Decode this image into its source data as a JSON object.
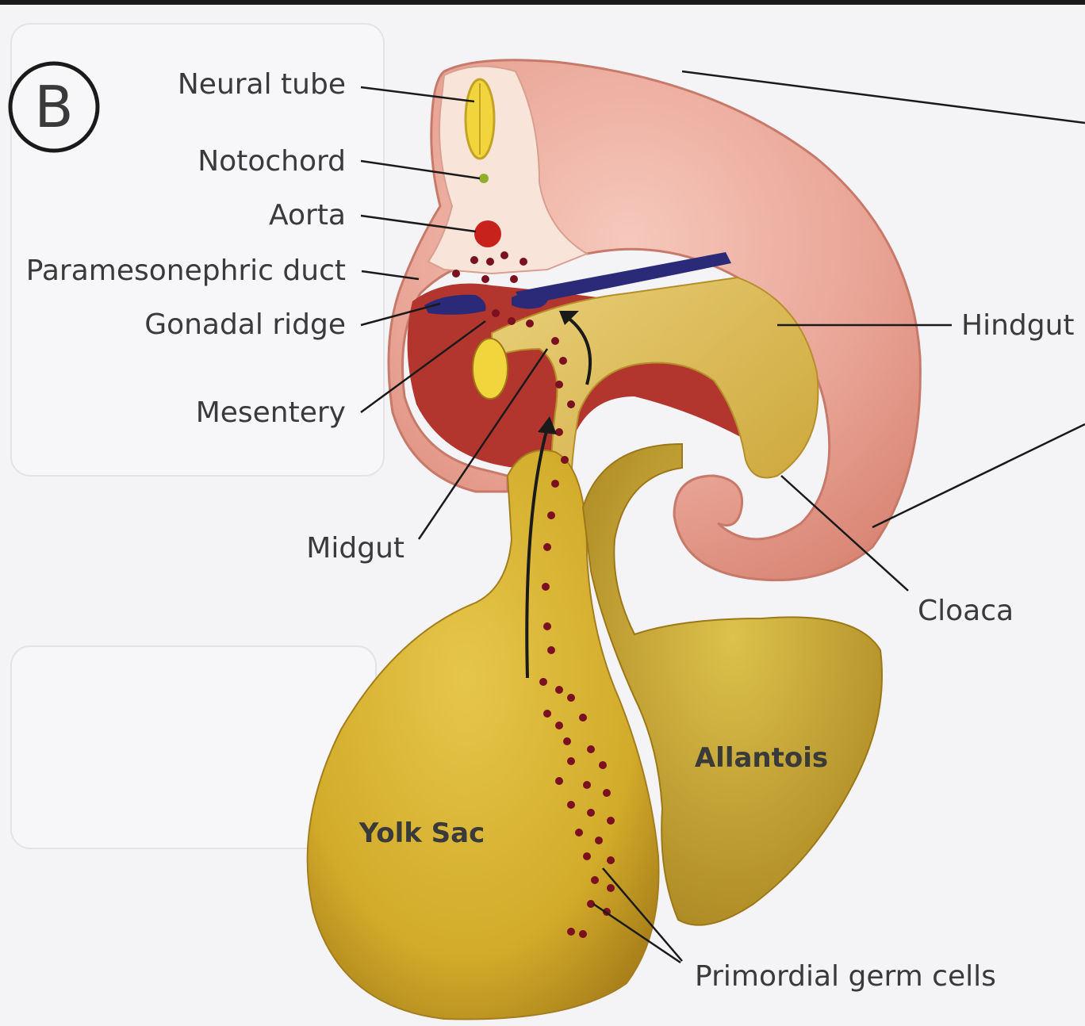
{
  "panel_letter": "B",
  "labels": {
    "neural_tube": "Neural tube",
    "notochord": "Notochord",
    "aorta": "Aorta",
    "paramesonephric_duct": "Paramesonephric duct",
    "gonadal_ridge": "Gonadal ridge",
    "mesentery": "Mesentery",
    "midgut": "Midgut",
    "hindgut": "Hindgut",
    "cloaca": "Cloaca",
    "allantois": "Allantois",
    "yolk_sac": "Yolk Sac",
    "primordial_germ_cells": "Primordial germ cells"
  },
  "colors": {
    "embryo_pink": "#e8a89a",
    "body_cavity": "#b3362e",
    "yolk": "#d9b93a",
    "neural_yellow": "#f2d53c",
    "duct_blue": "#2b2a78",
    "germ_cell": "#7a1020"
  }
}
